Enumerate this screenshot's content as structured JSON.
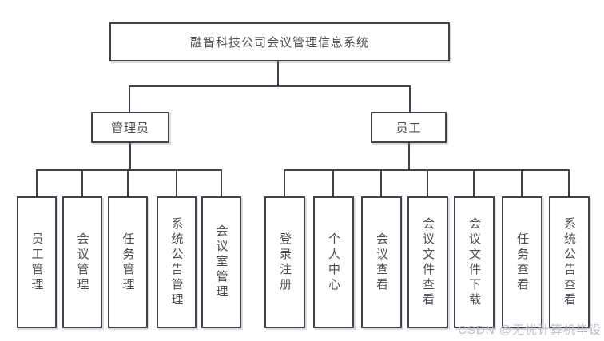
{
  "diagram": {
    "root": {
      "label": "融智科技公司会议管理信息系统"
    },
    "branches": [
      {
        "label": "管理员",
        "children": [
          {
            "label": "员工管理"
          },
          {
            "label": "会议管理"
          },
          {
            "label": "任务管理"
          },
          {
            "label": "系统公告管理"
          },
          {
            "label": "会议室管理"
          }
        ]
      },
      {
        "label": "员工",
        "children": [
          {
            "label": "登录注册"
          },
          {
            "label": "个人中心"
          },
          {
            "label": "会议查看"
          },
          {
            "label": "会议文件查看"
          },
          {
            "label": "会议文件下载"
          },
          {
            "label": "任务查看"
          },
          {
            "label": "系统公告查看"
          }
        ]
      }
    ]
  },
  "watermark": "CSDN @无忧计算机毕设",
  "colors": {
    "line": "#3f434b",
    "box_border": "#3f434b",
    "text": "#4a4d52",
    "watermark": "#b2b7c4",
    "background": "#ffffff"
  }
}
